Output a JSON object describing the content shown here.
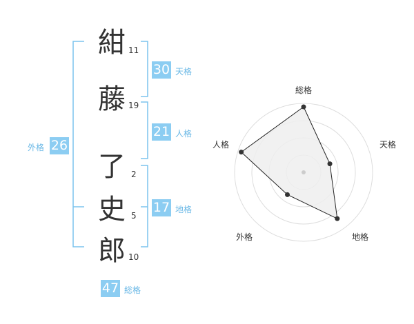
{
  "name": {
    "chars": [
      {
        "char": "紺",
        "strokes": "11"
      },
      {
        "char": "藤",
        "strokes": "19"
      },
      {
        "char": "了",
        "strokes": "2"
      },
      {
        "char": "史",
        "strokes": "5"
      },
      {
        "char": "郎",
        "strokes": "10"
      }
    ]
  },
  "grids": {
    "tenkaku": {
      "value": "30",
      "label": "天格"
    },
    "jinkaku": {
      "value": "21",
      "label": "人格"
    },
    "chikaku": {
      "value": "17",
      "label": "地格"
    },
    "gaikaku": {
      "value": "26",
      "label": "外格"
    },
    "soukaku": {
      "value": "47",
      "label": "総格"
    }
  },
  "radar": {
    "axes": [
      "総格",
      "天格",
      "地格",
      "外格",
      "人格"
    ],
    "levels": 4,
    "values": [
      0.95,
      0.4,
      0.83,
      0.4,
      0.95
    ]
  },
  "colors": {
    "accent": "#8ccdf2",
    "bracket": "#7cc4ee",
    "text": "#333333"
  }
}
